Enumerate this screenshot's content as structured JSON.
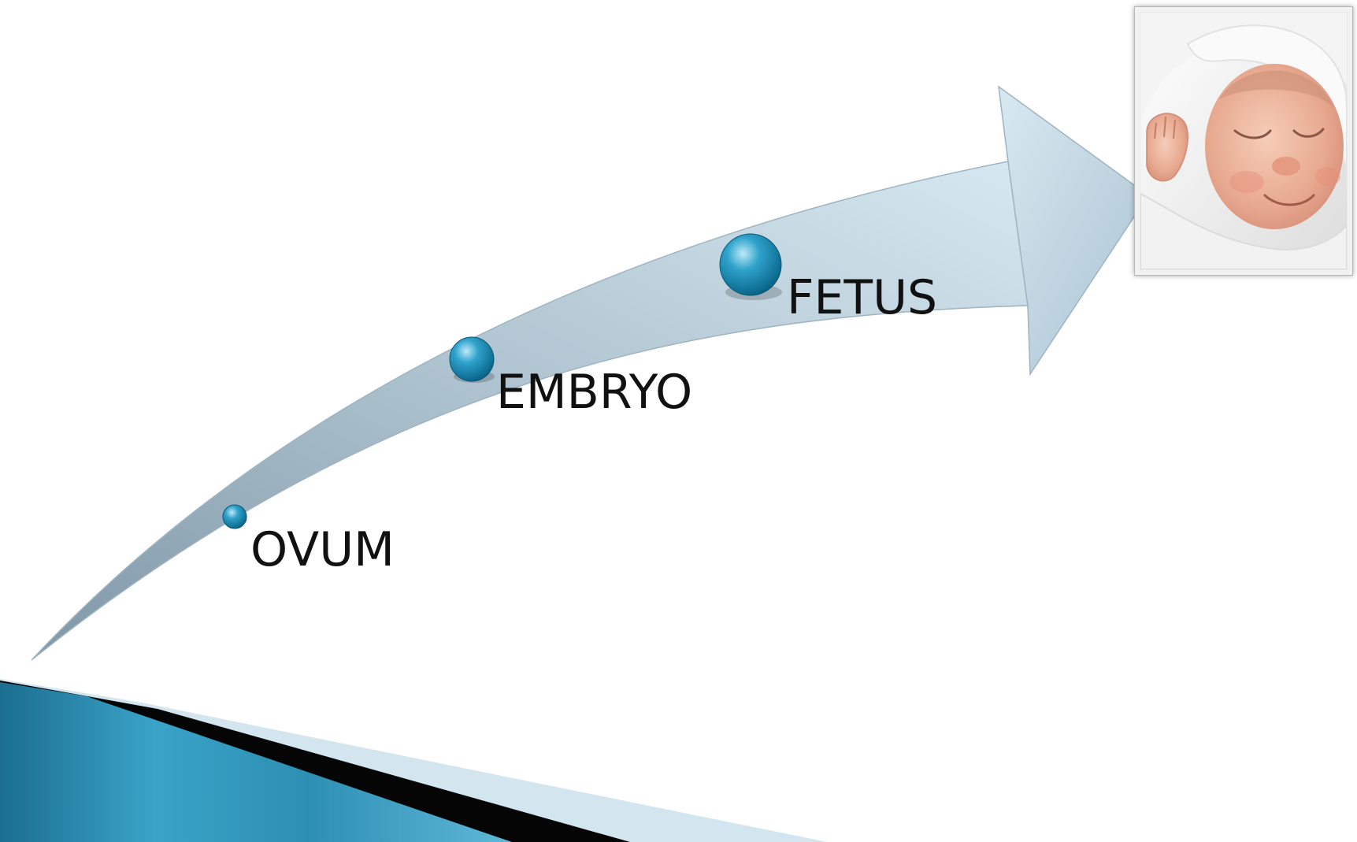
{
  "diagram": {
    "stages": [
      {
        "id": "ovum",
        "label": "OVUM"
      },
      {
        "id": "embryo",
        "label": "EMBRYO"
      },
      {
        "id": "fetus",
        "label": "FETUS"
      }
    ],
    "arrow_color": "#b9cfdc",
    "bead_color": "#1a8fb8",
    "final_image": "newborn-baby-photo"
  },
  "theme": {
    "accent_band_color": "#2a86a8",
    "shadow_band_color": "#000000",
    "light_band_color": "#cfe4ee"
  }
}
